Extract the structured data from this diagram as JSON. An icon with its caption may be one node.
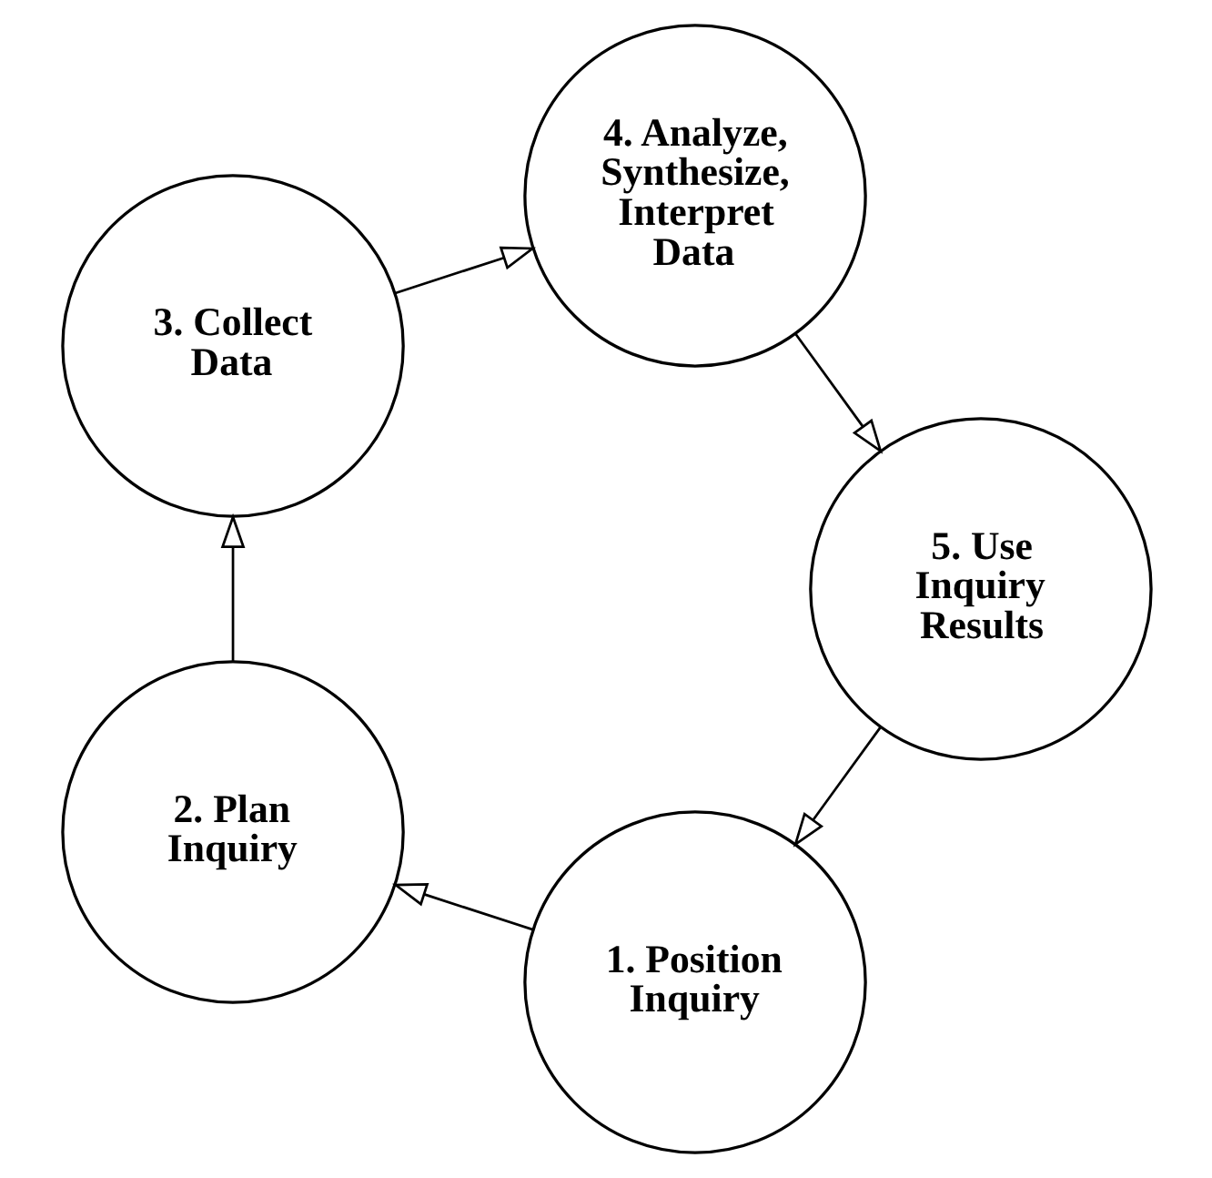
{
  "diagram": {
    "nodes": [
      {
        "text": [
          "1. Position Inquiry"
        ]
      },
      {
        "text": [
          "2. Plan Inquiry"
        ]
      },
      {
        "text": [
          "3. Collect Data"
        ]
      },
      {
        "text": [
          "4. Analyze, Synthesize, Interpret Data"
        ]
      },
      {
        "text": [
          "5. Use Inquiry Results"
        ]
      }
    ],
    "edges": [
      {
        "from": 0,
        "to": 1,
        "arrow": "to"
      },
      {
        "from": 1,
        "to": 2,
        "arrow": "to"
      },
      {
        "from": 2,
        "to": 3,
        "arrow": "to"
      },
      {
        "from": 3,
        "to": 4,
        "arrow": "to"
      },
      {
        "from": 4,
        "to": 0,
        "arrow": "to"
      }
    ]
  }
}
